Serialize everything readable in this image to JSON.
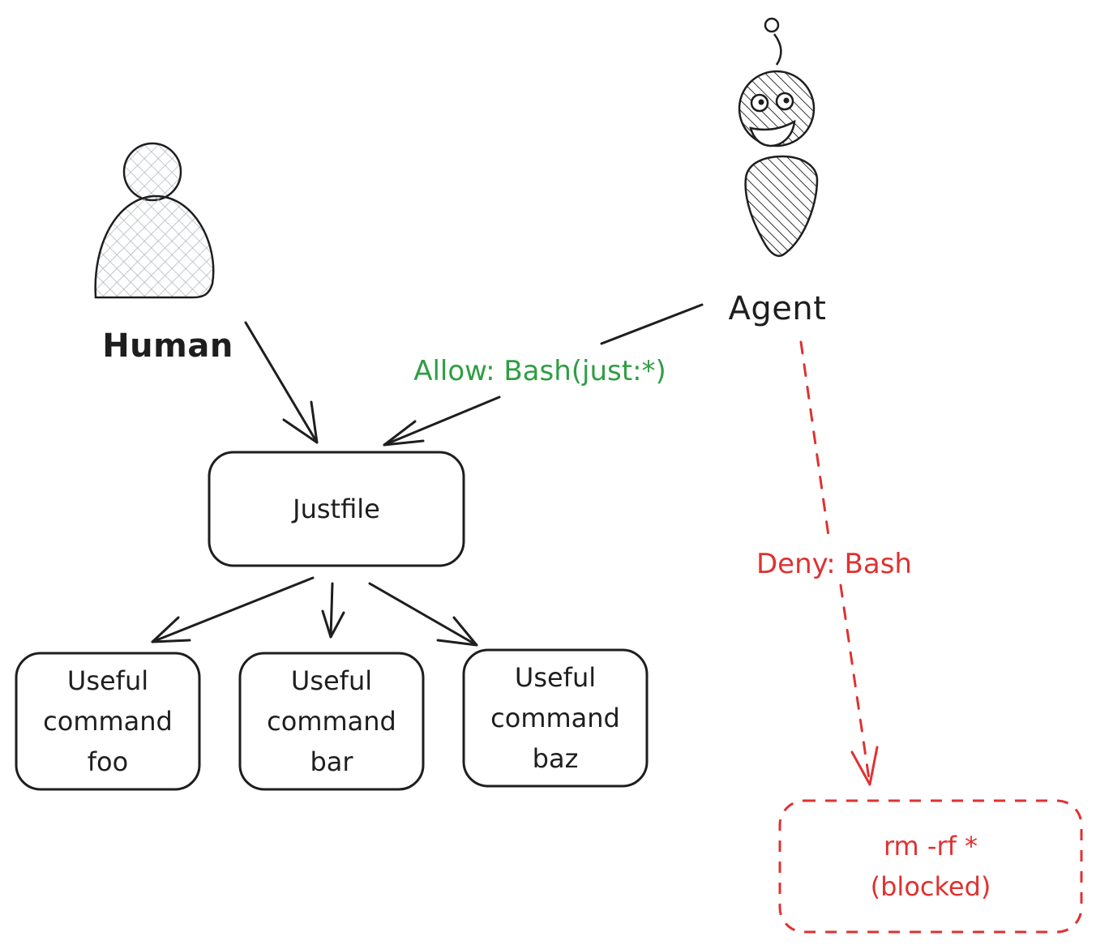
{
  "actors": {
    "human": "Human",
    "agent": "Agent"
  },
  "justfile": "Justfile",
  "commands": [
    {
      "line1": "Useful",
      "line2": "command",
      "line3": "foo"
    },
    {
      "line1": "Useful",
      "line2": "command",
      "line3": "bar"
    },
    {
      "line1": "Useful",
      "line2": "command",
      "line3": "baz"
    }
  ],
  "edges": {
    "allow": "Allow: Bash(just:*)",
    "deny": "Deny: Bash"
  },
  "blocked": {
    "line1": "rm -rf *",
    "line2": "(blocked)"
  },
  "colors": {
    "stroke": "#1e1e1e",
    "allow": "#2f9e44",
    "deny": "#e03131",
    "human_fill": "#ced4da"
  },
  "icons": {
    "human": "person-icon",
    "agent": "robot-icon"
  }
}
